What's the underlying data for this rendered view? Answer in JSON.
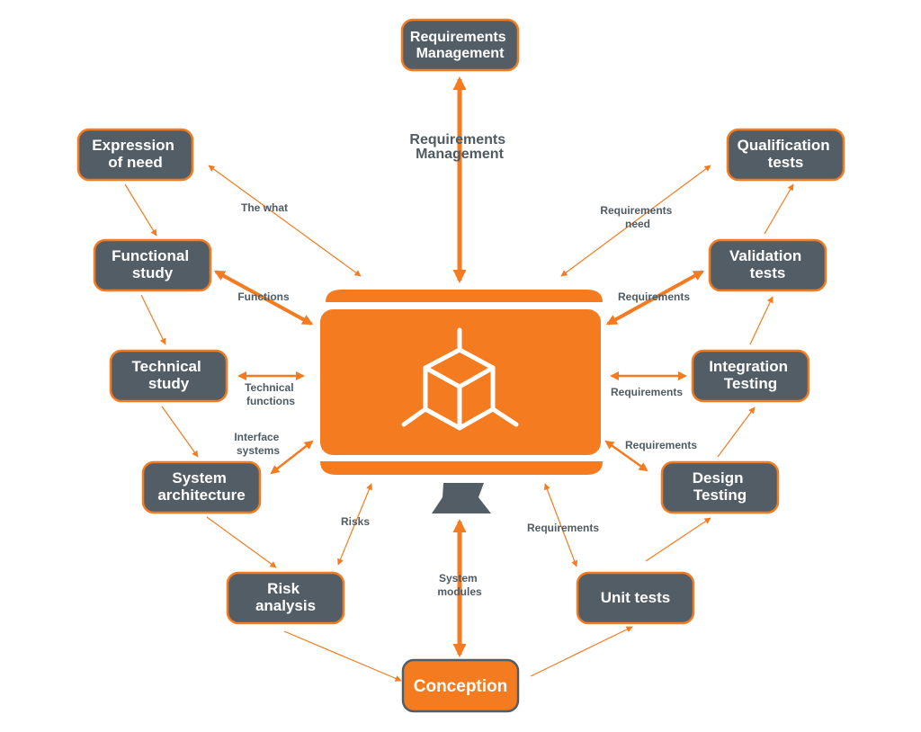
{
  "colors": {
    "orange": "#f47b20",
    "node_fill": "#525d66",
    "text_on_node": "#ffffff",
    "edge_label": "#4f5b63",
    "background": "#ffffff"
  },
  "center": {
    "icon": "cube-icon",
    "screen_color": "#f47b20",
    "stand_color": "#525d66"
  },
  "nodes": {
    "requirements_management": {
      "lines": [
        "Requirements",
        "Management"
      ]
    },
    "expression_of_need": {
      "lines": [
        "Expression",
        "of need"
      ]
    },
    "functional_study": {
      "lines": [
        "Functional",
        "study"
      ]
    },
    "technical_study": {
      "lines": [
        "Technical",
        "study"
      ]
    },
    "system_architecture": {
      "lines": [
        "System",
        "architecture"
      ]
    },
    "risk_analysis": {
      "lines": [
        "Risk",
        "analysis"
      ]
    },
    "conception": {
      "lines": [
        "Conception"
      ]
    },
    "unit_tests": {
      "lines": [
        "Unit tests"
      ]
    },
    "design_testing": {
      "lines": [
        "Design",
        "Testing"
      ]
    },
    "integration_testing": {
      "lines": [
        "Integration",
        "Testing"
      ]
    },
    "validation_tests": {
      "lines": [
        "Validation",
        "tests"
      ]
    },
    "qualification_tests": {
      "lines": [
        "Qualification",
        "tests"
      ]
    }
  },
  "edge_labels": {
    "requirements_management_link": [
      "Requirements",
      "Management"
    ],
    "the_what": [
      "The what"
    ],
    "requirements_need": [
      "Requirements",
      "need"
    ],
    "functions": [
      "Functions"
    ],
    "requirements_validation": [
      "Requirements"
    ],
    "technical_functions": [
      "Technical",
      "functions"
    ],
    "requirements_integration": [
      "Requirements"
    ],
    "interface_systems": [
      "Interface",
      "systems"
    ],
    "requirements_design": [
      "Requirements"
    ],
    "risks": [
      "Risks"
    ],
    "requirements_unit": [
      "Requirements"
    ],
    "system_modules": [
      "System",
      "modules"
    ]
  }
}
